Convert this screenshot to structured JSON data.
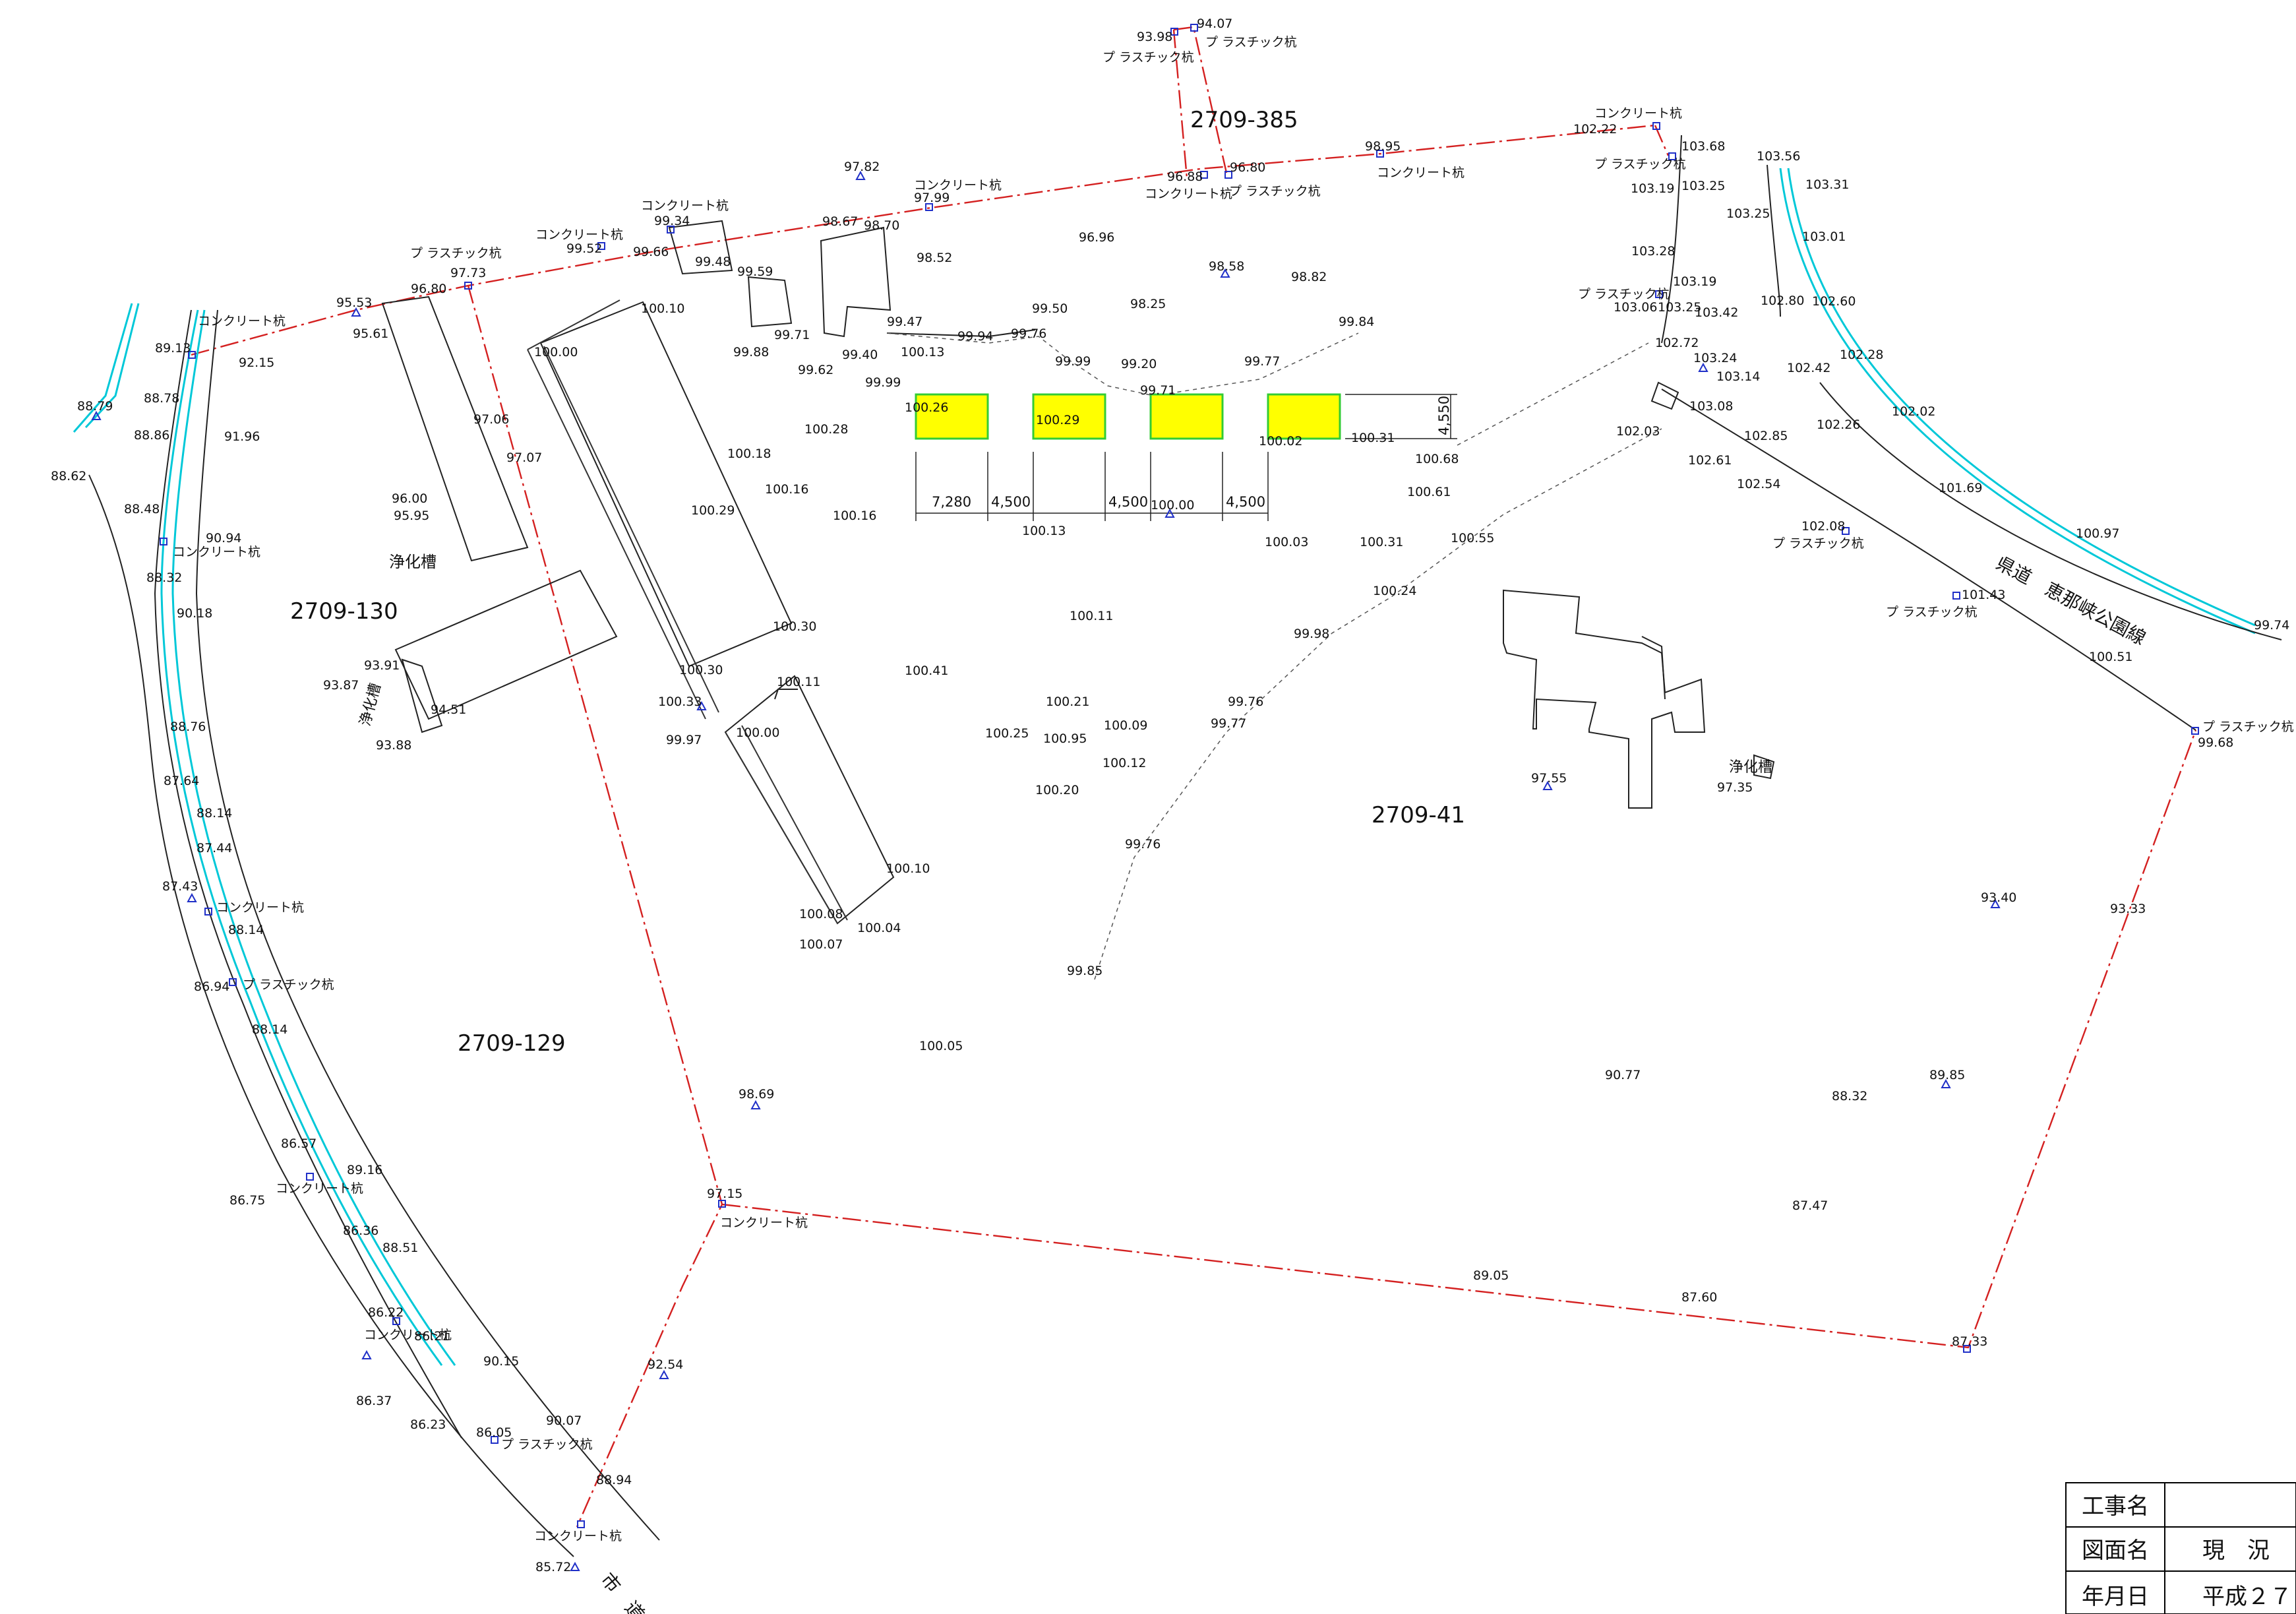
{
  "parcels": [
    "2709-385",
    "2709-130",
    "2709-129",
    "2709-41"
  ],
  "road_label": "県道　恵那峡公園線",
  "city_road_label": "市　道",
  "tank_labels": {
    "a": "浄化槽",
    "b": "浄化槽",
    "c": "浄化槽"
  },
  "stakes": {
    "concrete": "コンクリート杭",
    "plastic": "プラスチック杭",
    "plastic_spaced": "プ ラスチック杭"
  },
  "elevations": {
    "e9398": "93.98",
    "e9407": "94.07",
    "e10222": "102.22",
    "e10368": "103.68",
    "e10356": "103.56",
    "e10331": "103.31",
    "e10319": "103.19",
    "e10325a": "103.25",
    "e10325b": "103.25",
    "e10301": "103.01",
    "e10328": "103.28",
    "e10319b": "103.19",
    "e10306": "103.06",
    "e10325c": "103.25",
    "e10342": "103.42",
    "e10280": "102.80",
    "e10260": "102.60",
    "e10272": "102.72",
    "e10324": "103.24",
    "e10314": "103.14",
    "e10308": "103.08",
    "e10242": "102.42",
    "e10228": "102.28",
    "e10226": "102.26",
    "e10202": "102.02",
    "e10203": "102.03",
    "e10285": "102.85",
    "e10261": "102.61",
    "e10254": "102.54",
    "e10208": "102.08",
    "e10169": "101.69",
    "e10097": "100.97",
    "e9974": "99.74",
    "e10143": "101.43",
    "e10051": "100.51",
    "e9968": "99.68",
    "e9895": "98.95",
    "e9688": "96.88",
    "e9680": "96.80",
    "e9782": "97.82",
    "e9799": "97.99",
    "e9867": "98.67",
    "e9870": "98.70",
    "e9852": "98.52",
    "e9934": "99.34",
    "e9952": "99.52",
    "e9966": "99.66",
    "e9948": "99.48",
    "e9959": "99.59",
    "e9971": "99.71",
    "e9988": "99.88",
    "e9773": "97.73",
    "e9680b": "96.80",
    "e9553": "95.53",
    "e9561": "95.61",
    "e9696": "96.96",
    "e9858": "98.58",
    "e9882": "98.82",
    "e9825": "98.25",
    "e9947": "99.47",
    "e9950": "99.50",
    "e9994": "99.94",
    "e9976": "99.76",
    "e9940": "99.40",
    "e10013": "100.13",
    "e9962": "99.62",
    "e9999": "99.99",
    "e9999b": "99.99",
    "e9920": "99.20",
    "e9971b": "99.71",
    "e9977": "99.77",
    "e9984": "99.84",
    "e10010": "100.10",
    "e10000": "100.00",
    "e10026": "100.26",
    "e10029": "100.29",
    "e10002": "100.02",
    "e10031": "100.31",
    "e10068": "100.68",
    "e10061": "100.61",
    "e10028": "100.28",
    "e10018": "100.18",
    "e10016": "100.16",
    "e10029b": "100.29",
    "e10016b": "100.16",
    "e10000b": "100.00",
    "e10013b": "100.13",
    "e10003": "100.03",
    "e10031b": "100.31",
    "e10055": "100.55",
    "e10024": "100.24",
    "e9998": "99.98",
    "e10011": "100.11",
    "e10041": "100.41",
    "e10030": "100.30",
    "e10030b": "100.30",
    "e10033": "100.33",
    "e9997": "99.97",
    "e10011b": "100.11",
    "e10000c": "100.00",
    "e10021": "100.21",
    "e10025": "100.25",
    "e10009": "100.09",
    "e10095": "100.95",
    "e10012": "100.12",
    "e10020": "100.20",
    "e9976b": "99.76",
    "e9977b": "99.77",
    "e9976c": "99.76",
    "e10010b": "100.10",
    "e10008": "100.08",
    "e10004": "100.04",
    "e10007": "100.07",
    "e9985": "99.85",
    "e10005": "100.05",
    "e9755": "97.55",
    "e9735": "97.35",
    "e8913": "89.13",
    "e9215": "92.15",
    "e8879": "88.79",
    "e8878": "88.78",
    "e8886": "88.86",
    "e9196": "91.96",
    "e8862": "88.62",
    "e8848": "88.48",
    "e9094": "90.94",
    "e8832": "88.32",
    "e9018": "90.18",
    "e9391": "93.91",
    "e9387": "93.87",
    "e9388": "93.88",
    "e9451": "94.51",
    "e9600": "96.00",
    "e9595": "95.95",
    "e9706": "97.06",
    "e9707": "97.07",
    "e8876": "88.76",
    "e8764": "87.64",
    "e8814": "88.14",
    "e8744": "87.44",
    "e8743": "87.43",
    "e8814b": "88.14",
    "e8694": "86.94",
    "e8814c": "88.14",
    "e8657": "86.57",
    "e8916": "89.16",
    "e8675": "86.75",
    "e8636": "86.36",
    "e8351": "88.51",
    "e8622": "86.22",
    "e8621": "86.21",
    "e9015": "90.15",
    "e8637": "86.37",
    "e8623": "86.23",
    "e8605": "86.05",
    "e9007": "90.07",
    "e8894": "88.94",
    "e8572": "85.72",
    "e9254": "92.54",
    "e9715": "97.15",
    "e9869": "98.69",
    "e9077": "90.77",
    "e8832b": "88.32",
    "e8985": "89.85",
    "e8747": "87.47",
    "e8905": "89.05",
    "e8760": "87.60",
    "e8733": "87.33",
    "e9340": "93.40",
    "e9333": "93.33"
  },
  "dimensions": {
    "d1": "7,280",
    "d2": "4,500",
    "d3": "4,500",
    "d4": "4,500",
    "d5": "4,550"
  },
  "title_block": {
    "row1_label": "工事名",
    "row1_value": "",
    "row2_label": "図面名",
    "row2_value": "現　況",
    "row3_label": "年月日",
    "row3_value": "平成２７"
  },
  "colors": {
    "boundary": "#d42020",
    "water": "#00c8d8",
    "highlight": "#ffff00",
    "highlight_border": "#33cc33",
    "survey_point": "#2030c8"
  }
}
